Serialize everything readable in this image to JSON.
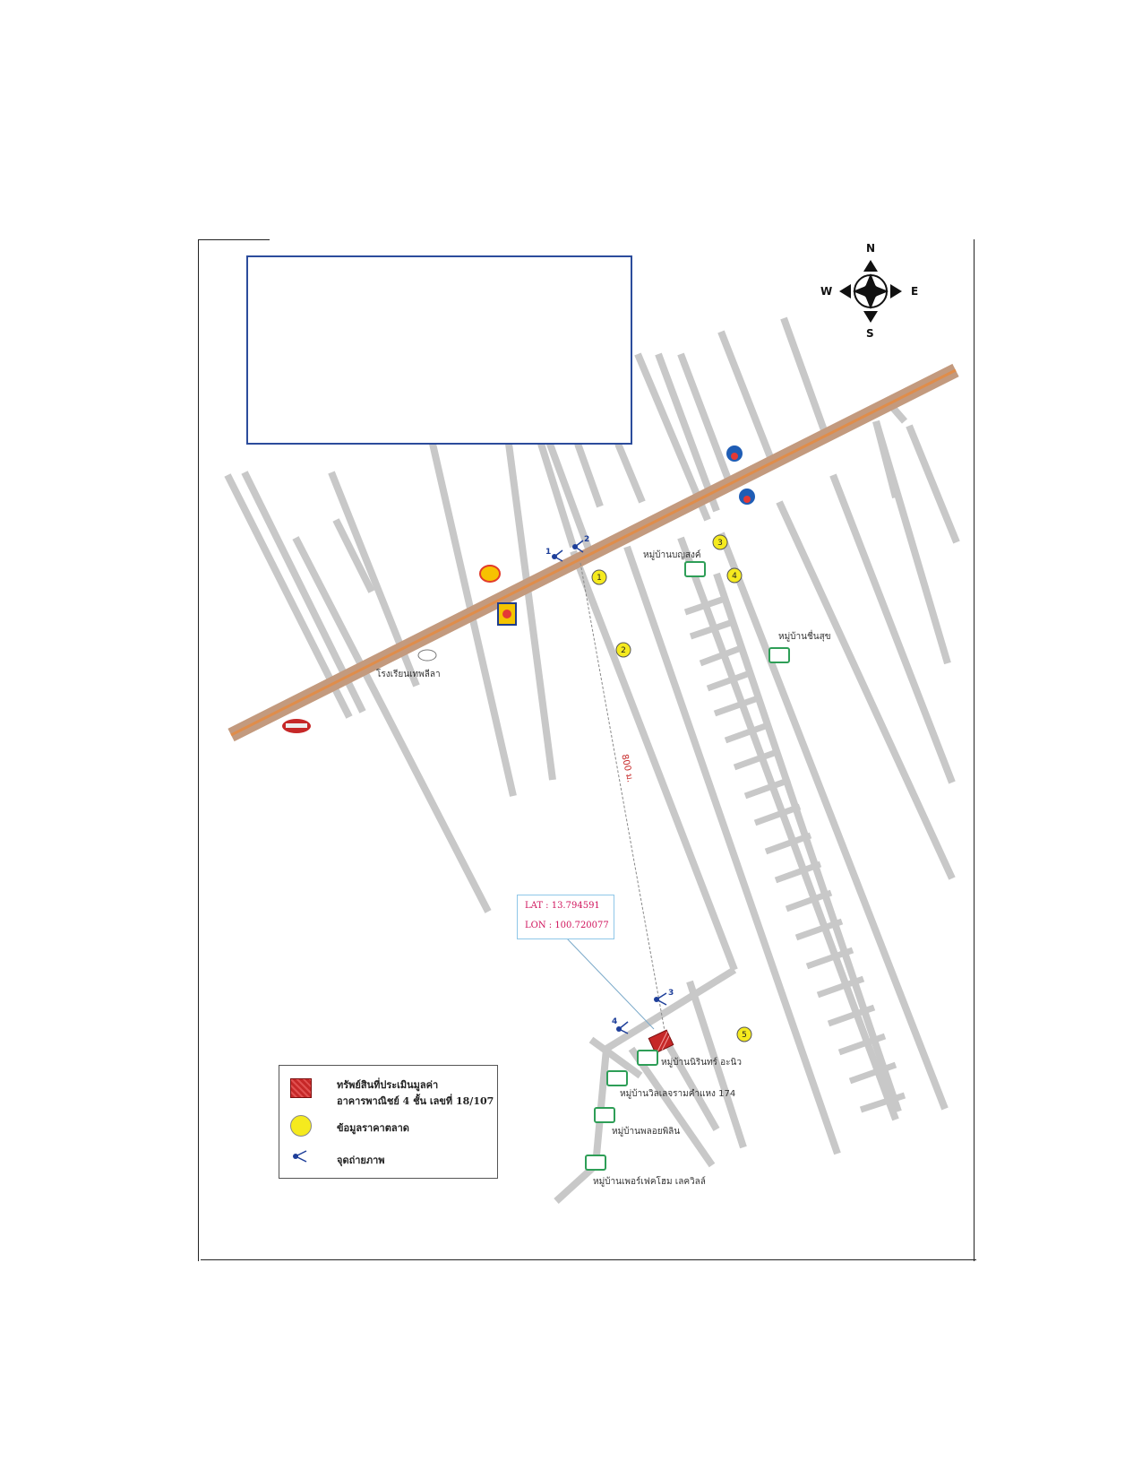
{
  "compass": {
    "north": "N",
    "south": "S",
    "east": "E",
    "west": "W"
  },
  "coordinates": {
    "lat": "LAT : 13.794591",
    "lon": "LON : 100.720077"
  },
  "distance_label": "800 ม.",
  "markers": [
    "1",
    "2",
    "3",
    "4",
    "5"
  ],
  "photo_points": [
    "1",
    "2",
    "3",
    "4"
  ],
  "places": {
    "baan_ban": "หมู่บ้านบญสงค์",
    "baan_chuen": "หมู่บ้านชื่นสุข",
    "school": "โรงเรียนเทพลีลา",
    "baan_nirin": "หมู่บ้านนิรินทร์ อะนิว",
    "baan_villa": "หมู่บ้านวิลเลจรามคำแหง 174",
    "baan_park": "หมู่บ้านพลอยพิลิน",
    "baan_perfect": "หมู่บ้านเพอร์เฟคโฮม เลควิลล์"
  },
  "legend": {
    "subject_property": "ทรัพย์สินที่ประเมินมูลค่า",
    "building_desc": "อาคารพาณิชย์ 4 ชั้น เลขที่ 18/107",
    "market_data": "ข้อมูลราคาตลาด",
    "photo_points": "จุดถ่ายภาพ"
  },
  "colors": {
    "road": "#c8c8c8",
    "main_road": "#c39a7e",
    "main_road_center": "#e08d4a",
    "marker_fill": "#f5ea1e",
    "subject_fill": "#c62828",
    "frame_box": "#2c4c9c",
    "coord_text": "#d0145c"
  }
}
